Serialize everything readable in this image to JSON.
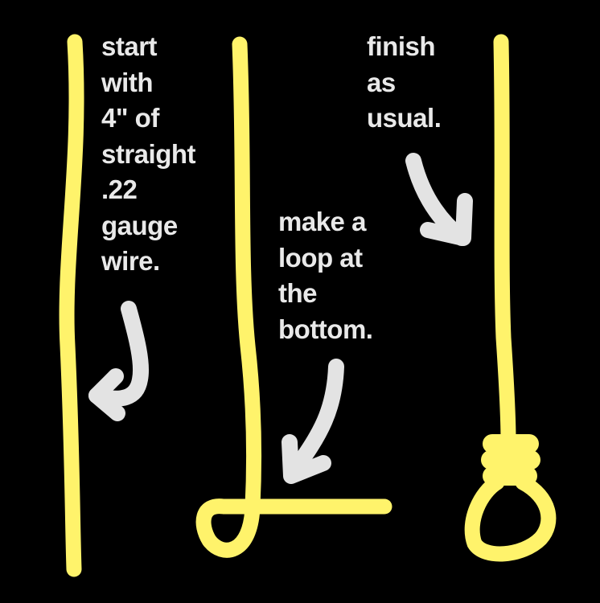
{
  "colors": {
    "background": "#000000",
    "wire": "#fff36b",
    "text": "#e9e9e9",
    "arrow": "#e3e3e3"
  },
  "steps": [
    {
      "lines": [
        "start",
        "with",
        "4\" of",
        "straight",
        ".22",
        "gauge",
        "wire."
      ]
    },
    {
      "lines": [
        "make a",
        "loop at",
        "the",
        "bottom."
      ]
    },
    {
      "lines": [
        "finish",
        "as",
        "usual."
      ]
    }
  ]
}
